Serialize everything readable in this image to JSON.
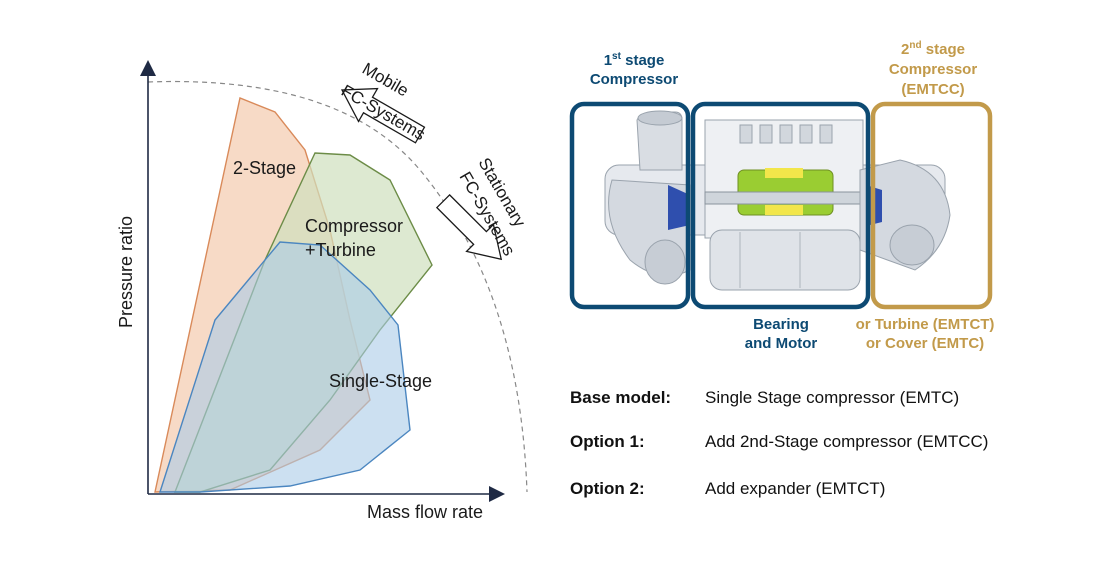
{
  "colors": {
    "two_stage_fill": "#f4cdb3",
    "two_stage_stroke": "#d98a5a",
    "comp_turbine_fill": "#cfe0bd",
    "comp_turbine_stroke": "#6c8c47",
    "single_stage_fill": "#aacbe8",
    "single_stage_stroke": "#4b86c0",
    "axis": "#1f2a44",
    "boundary": "#888888",
    "first_stage": "#0d4a73",
    "bearing_motor": "#0d4a73",
    "second_stage": "#c29a4a"
  },
  "chart": {
    "y_axis_label": "Pressure ratio",
    "x_axis_label": "Mass flow rate",
    "regions": {
      "two_stage": "2-Stage",
      "compressor_turbine_line1": "Compressor",
      "compressor_turbine_line2": "+Turbine",
      "single_stage": "Single-Stage"
    },
    "mobile_line1": "Mobile",
    "mobile_line2": "FC-Systems",
    "stationary_line1": "Stationary",
    "stationary_line2": "FC-Systems"
  },
  "machine": {
    "first_stage_sup_num": "1",
    "first_stage_sup": "st",
    "first_stage_rest": " stage",
    "first_stage_line2": "Compressor",
    "second_stage_sup_num": "2",
    "second_stage_sup": "nd",
    "second_stage_rest": " stage",
    "second_stage_line2": "Compressor",
    "second_stage_line3": "(EMTCC)",
    "bearing_line1": "Bearing",
    "bearing_line2": "and Motor",
    "turbine_line1": "or Turbine (EMTCT)",
    "turbine_line2": "or Cover (EMTC)"
  },
  "options": [
    {
      "key": "Base model:",
      "value": "Single Stage compressor (EMTC)"
    },
    {
      "key": "Option 1:",
      "value": "Add 2nd-Stage compressor (EMTCC)"
    },
    {
      "key": "Option 2:",
      "value": "Add expander (EMTCT)"
    }
  ]
}
